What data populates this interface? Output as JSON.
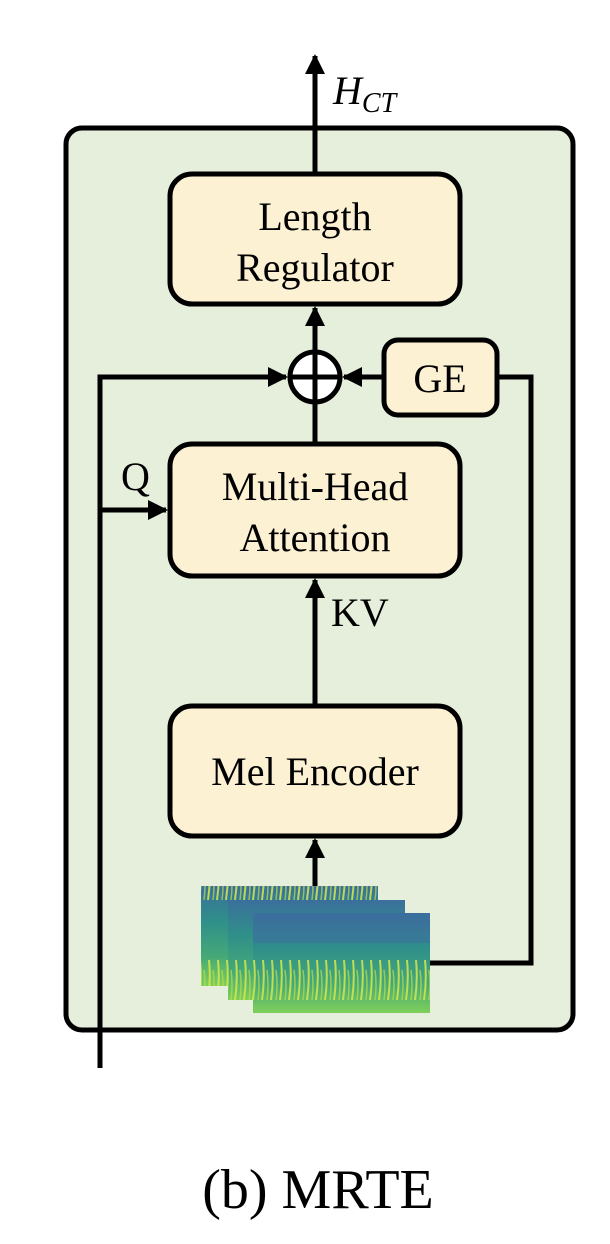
{
  "diagram": {
    "output_label_main": "H",
    "output_label_sub": "CT",
    "blocks": {
      "length_regulator": [
        "Length",
        "Regulator"
      ],
      "multi_head_attention": [
        "Multi-Head",
        "Attention"
      ],
      "mel_encoder": "Mel Encoder",
      "ge": "GE"
    },
    "edge_labels": {
      "query": "Q",
      "key_value": "KV"
    },
    "caption": "(b) MRTE"
  },
  "colors": {
    "container_fill": "#e6eedc",
    "block_fill": "#fdf1d3",
    "stroke": "#000000"
  }
}
